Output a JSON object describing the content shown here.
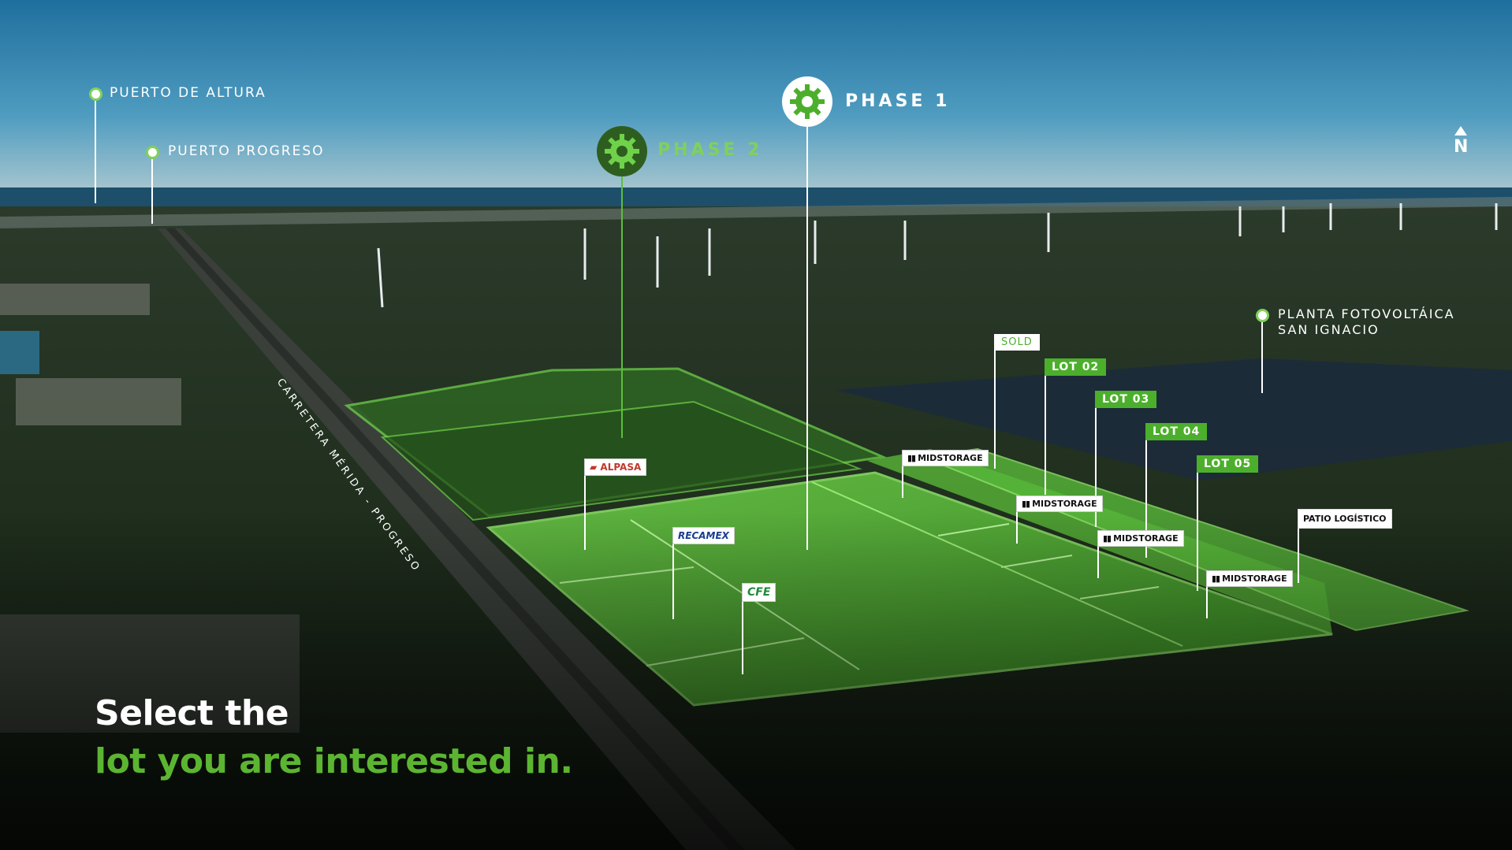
{
  "places": {
    "puerto_altura": "PUERTO DE ALTURA",
    "puerto_progreso": "PUERTO PROGRESO",
    "planta_line1": "PLANTA FOTOVOLTÁICA",
    "planta_line2": "SAN IGNACIO"
  },
  "phases": {
    "phase1": "PHASE 1",
    "phase2": "PHASE 2"
  },
  "lots": {
    "sold": "SOLD",
    "lot02": "LOT 02",
    "lot03": "LOT 03",
    "lot04": "LOT 04",
    "lot05": "LOT 05",
    "patio": "PATIO LOGÍSTICO"
  },
  "tenants": {
    "alpasa": "ALPASA",
    "recamex": "RECAMEX",
    "cfe": "CFE",
    "midstorage": "MIDSTORAGE"
  },
  "road_label": "CARRETERA MÉRIDA - PROGRESO",
  "compass": "N",
  "headline": {
    "line1": "Select the",
    "line2": "lot you are interested in."
  },
  "colors": {
    "accent_green": "#4caf2c",
    "headline_green": "#5cb531",
    "phase2_badge": "#2e5e1f"
  }
}
